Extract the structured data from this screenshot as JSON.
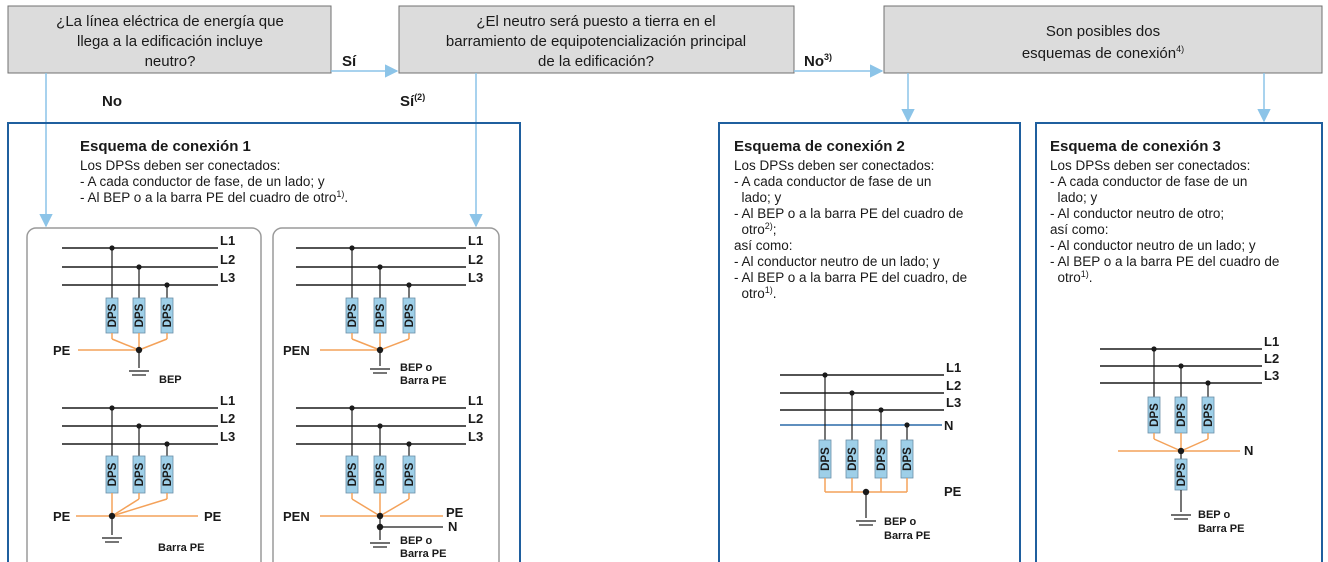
{
  "colors": {
    "box_fill": "#dcdcdc",
    "box_stroke": "#707070",
    "blue_arrow": "#8cc4e8",
    "panel_border": "#1f5f9e",
    "orange_wire": "#f4a25a",
    "dps_fill": "#9ecfe8",
    "neutral_line": "#2a6aa8",
    "subpanel_border": "#9a9a9a"
  },
  "questions": {
    "q1": [
      "¿La línea eléctrica de energía que",
      "llega a la edificación incluye",
      "neutro?"
    ],
    "q2": [
      "¿El neutro será puesto a tierra en el",
      "barramiento de equipotencialización principal",
      "de la edificación?"
    ],
    "q3_line1": "Son posibles dos",
    "q3_line2": "esquemas de conexión",
    "q3_sup": "4)"
  },
  "arrow_labels": {
    "yes_1": "Sí",
    "no_1": "No",
    "yes_2": "Sí",
    "yes_2_sup": "(2)",
    "no_2": "No",
    "no_2_sup": "3)"
  },
  "scheme1": {
    "title": "Esquema de conexión 1",
    "intro": "Los DPSs deben ser conectados:",
    "line_a": "- A cada conductor de fase, de un lado; y",
    "line_b": "- Al BEP o a la barra PE del cuadro de otro",
    "line_b_sup": "1)",
    "line_b_end": "."
  },
  "scheme2": {
    "title": "Esquema de conexión 2",
    "lines": [
      "Los DPSs deben ser conectados:",
      "- A cada conductor de fase de un",
      "  lado; y",
      "- Al BEP o a la barra PE del cuadro de"
    ],
    "line5": "  otro",
    "line5_sup": "2)",
    "line5_end": ";",
    "lines2": [
      "así como:",
      "- Al conductor neutro de un lado; y",
      "- Al BEP o a la barra PE del cuadro, de"
    ],
    "line9": "  otro",
    "line9_sup": "1)",
    "line9_end": "."
  },
  "scheme3": {
    "title": "Esquema de conexión 3",
    "lines": [
      "Los DPSs deben ser conectados:",
      "- A cada conductor de fase de un",
      "  lado; y",
      "- Al conductor neutro de otro;",
      "así como:",
      "- Al conductor neutro de un lado; y",
      "- Al BEP o a la barra PE del cuadro de"
    ],
    "line8": "  otro",
    "line8_sup": "1)",
    "line8_end": "."
  },
  "circuit_labels": {
    "l1": "L1",
    "l2": "L2",
    "l3": "L3",
    "n": "N",
    "pe": "PE",
    "pen": "PEN",
    "dps": "DPS",
    "bep": "BEP",
    "bep_o": "BEP o",
    "barra_pe": "Barra PE"
  }
}
